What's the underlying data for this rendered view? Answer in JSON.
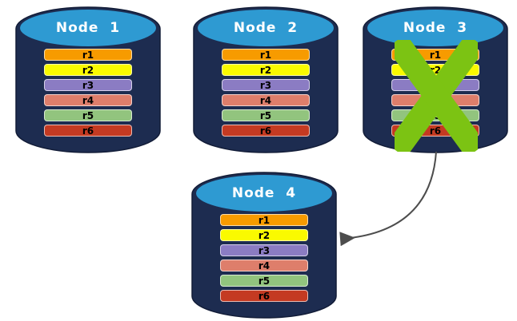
{
  "diagram": {
    "colors": {
      "background": "#ffffff",
      "cylinder_body": "#1d2c50",
      "cylinder_outline": "#121c37",
      "cylinder_top": "#2e9ad2",
      "title_text": "#ffffff",
      "bar_text": "#000000",
      "failure_x": "#7cc313",
      "arrow": "#4d4d4d"
    },
    "nodes": [
      {
        "title": "Node  1",
        "rows": [
          {
            "label": "r1",
            "color": "#f79b00"
          },
          {
            "label": "r2",
            "color": "#fafa00"
          },
          {
            "label": "r3",
            "color": "#8b7cc3"
          },
          {
            "label": "r4",
            "color": "#de7e6b"
          },
          {
            "label": "r5",
            "color": "#92c47e"
          },
          {
            "label": "r6",
            "color": "#c43a22"
          }
        ]
      },
      {
        "title": "Node  2",
        "rows": [
          {
            "label": "r1",
            "color": "#f79b00"
          },
          {
            "label": "r2",
            "color": "#fafa00"
          },
          {
            "label": "r3",
            "color": "#8b7cc3"
          },
          {
            "label": "r4",
            "color": "#de7e6b"
          },
          {
            "label": "r5",
            "color": "#92c47e"
          },
          {
            "label": "r6",
            "color": "#c43a22"
          }
        ]
      },
      {
        "title": "Node  3",
        "status": "failed",
        "rows": [
          {
            "label": "r1",
            "color": "#f79b00"
          },
          {
            "label": "r2",
            "color": "#fafa00"
          },
          {
            "label": "r3",
            "color": "#8b7cc3"
          },
          {
            "label": "r4",
            "color": "#de7e6b"
          },
          {
            "label": "r5",
            "color": "#92c47e"
          },
          {
            "label": "r6",
            "color": "#c43a22"
          }
        ]
      },
      {
        "title": "Node  4",
        "rows": [
          {
            "label": "r1",
            "color": "#f79b00"
          },
          {
            "label": "r2",
            "color": "#fafa00"
          },
          {
            "label": "r3",
            "color": "#8b7cc3"
          },
          {
            "label": "r4",
            "color": "#de7e6b"
          },
          {
            "label": "r5",
            "color": "#92c47e"
          },
          {
            "label": "r6",
            "color": "#c43a22"
          }
        ]
      }
    ]
  }
}
